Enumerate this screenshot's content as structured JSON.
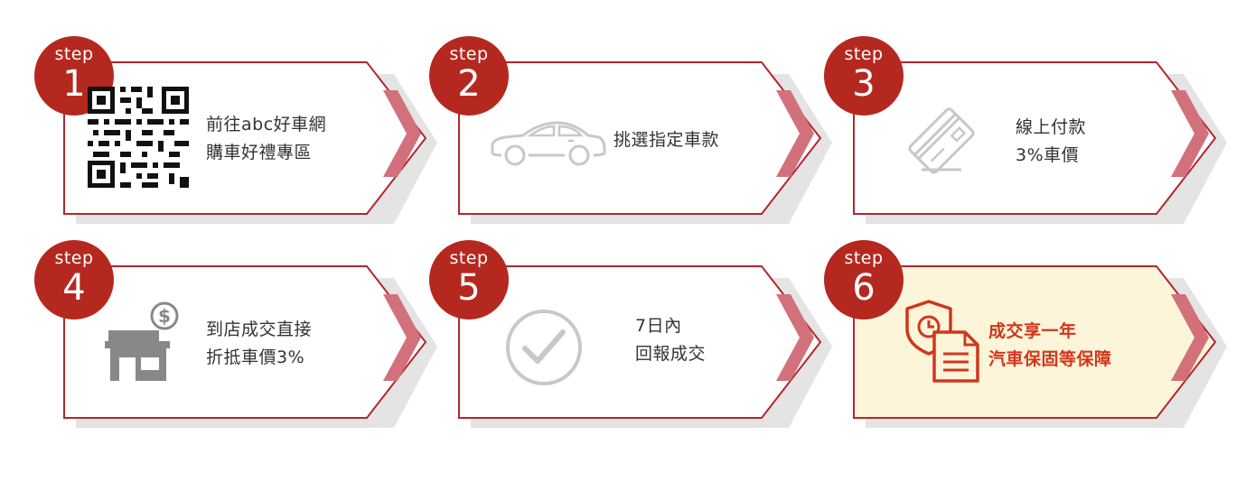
{
  "colors": {
    "badge": "#b5281f",
    "border": "#b2272e",
    "arrow": "#d2717c",
    "shadow": "#e4e4e4",
    "icon_gray": "#c8c8c8",
    "highlight_bg": "#fdf5d9",
    "highlight_accent": "#d1361d"
  },
  "steps": [
    {
      "label": "step",
      "number": "1",
      "icon": "qr-code-icon",
      "lines": [
        "前往abc好車網",
        "購車好禮專區"
      ]
    },
    {
      "label": "step",
      "number": "2",
      "icon": "car-icon",
      "lines": [
        "挑選指定車款"
      ]
    },
    {
      "label": "step",
      "number": "3",
      "icon": "credit-card-icon",
      "lines": [
        "線上付款",
        "3%車價"
      ]
    },
    {
      "label": "step",
      "number": "4",
      "icon": "store-dollar-icon",
      "lines": [
        "到店成交直接",
        "折抵車價3%"
      ]
    },
    {
      "label": "step",
      "number": "5",
      "icon": "check-circle-icon",
      "lines": [
        "7日內",
        "回報成交"
      ]
    },
    {
      "label": "step",
      "number": "6",
      "icon": "shield-document-icon",
      "lines": [
        "成交享一年",
        "汽車保固等保障"
      ],
      "highlighted": true
    }
  ]
}
